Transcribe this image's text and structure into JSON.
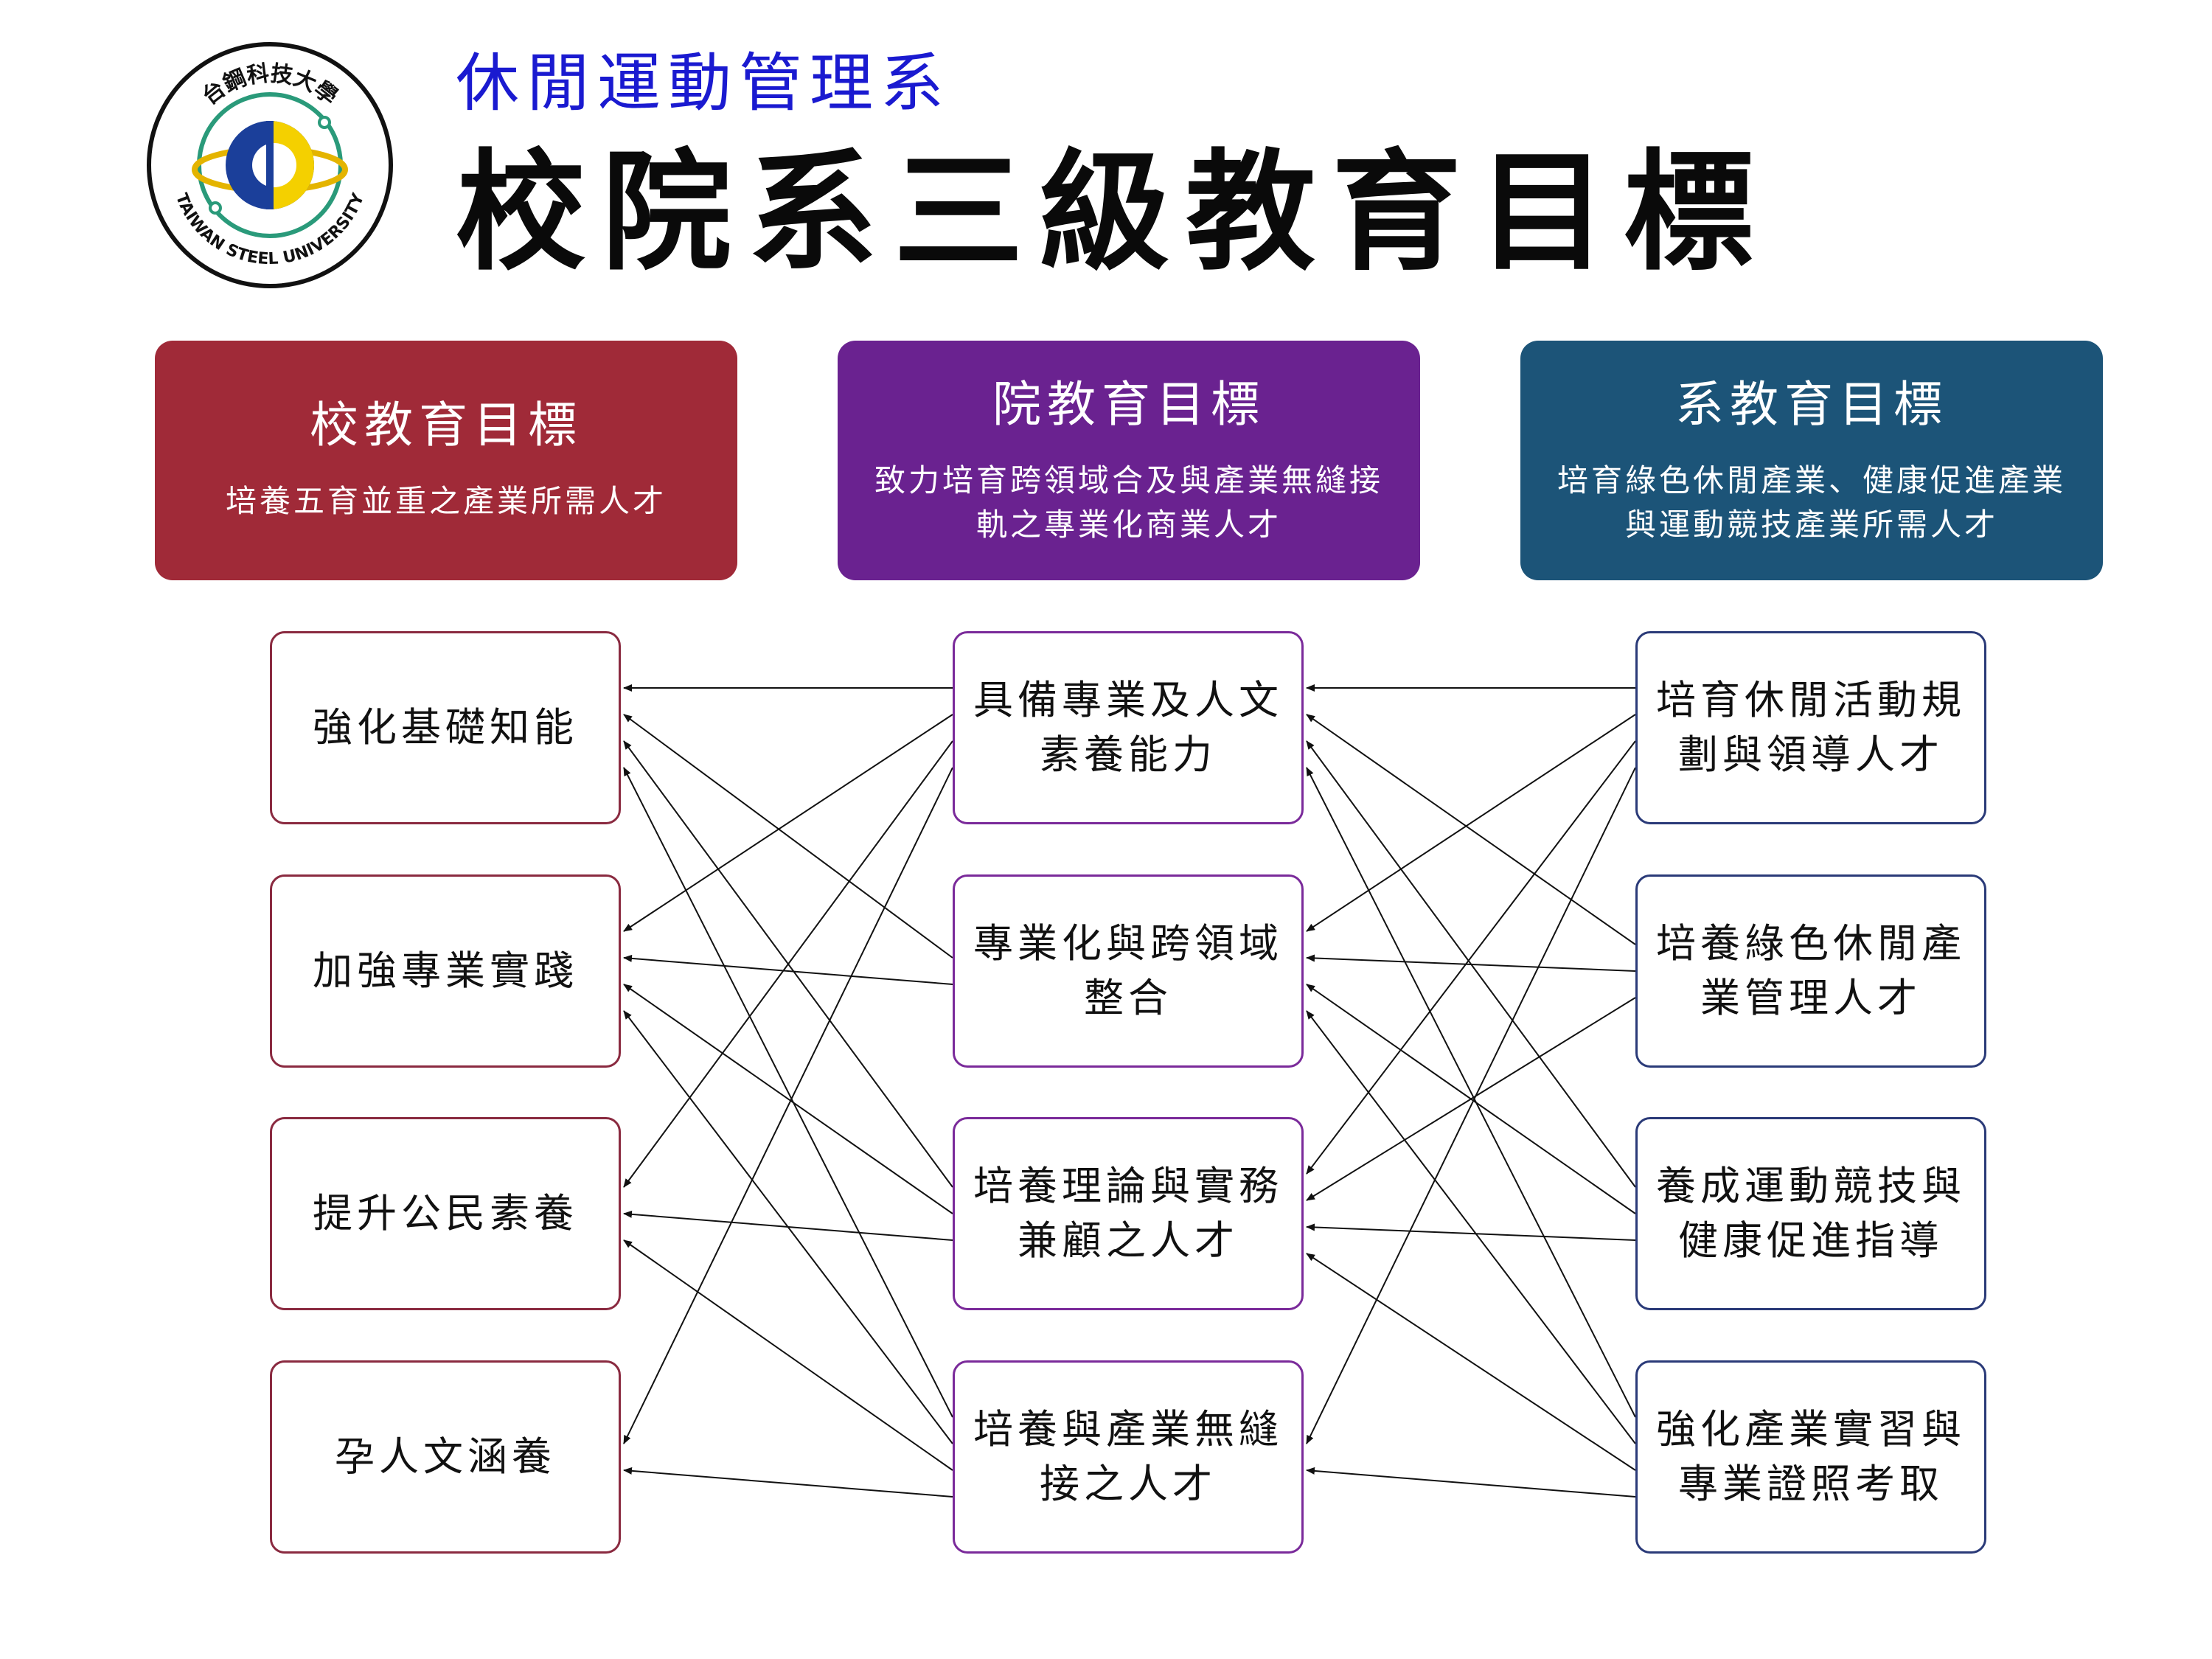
{
  "header": {
    "logo": {
      "text_top": "台鋼科技大學",
      "text_bottom": "TAIWAN STEEL UNIVERSITY"
    },
    "department": "休閒運動管理系",
    "title": "校院系三級教育目標"
  },
  "columns": {
    "school": {
      "title": "校教育目標",
      "description": "培養五育並重之產業所需人才",
      "color": "#a02a38",
      "goals": [
        "強化基礎知能",
        "加強專業實踐",
        "提升公民素養",
        "孕人文涵養"
      ]
    },
    "college": {
      "title": "院教育目標",
      "description": "致力培育跨領域合及與產業無縫接軌之專業化商業人才",
      "color": "#6a2290",
      "goals": [
        "具備專業及人文素養能力",
        "專業化與跨領域整合",
        "培養理論與實務兼顧之人才",
        "培養與產業無縫接之人才"
      ]
    },
    "department": {
      "title": "系教育目標",
      "description": "培育綠色休閒產業、健康促進產業與運動競技產業所需人才",
      "color": "#1c5478",
      "goals": [
        "培育休閒活動規劃與領導人才",
        "培養綠色休閒產業管理人才",
        "養成運動競技與健康促進指導",
        "強化產業實習與專業證照考取"
      ]
    }
  },
  "links": {
    "college_to_school": [
      [
        0,
        0
      ],
      [
        0,
        1
      ],
      [
        0,
        2
      ],
      [
        0,
        3
      ],
      [
        1,
        1
      ],
      [
        1,
        0
      ],
      [
        2,
        0
      ],
      [
        2,
        1
      ],
      [
        2,
        2
      ],
      [
        3,
        0
      ],
      [
        3,
        1
      ],
      [
        3,
        2
      ],
      [
        3,
        3
      ]
    ],
    "department_to_college": [
      [
        0,
        0
      ],
      [
        0,
        1
      ],
      [
        0,
        2
      ],
      [
        0,
        3
      ],
      [
        1,
        1
      ],
      [
        1,
        0
      ],
      [
        1,
        2
      ],
      [
        2,
        0
      ],
      [
        2,
        1
      ],
      [
        2,
        2
      ],
      [
        3,
        0
      ],
      [
        3,
        1
      ],
      [
        3,
        2
      ],
      [
        3,
        3
      ]
    ]
  }
}
